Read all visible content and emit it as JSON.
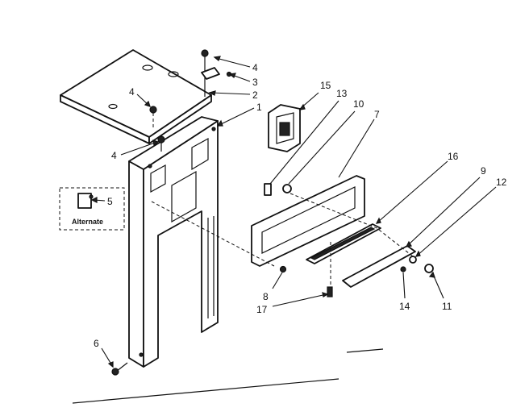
{
  "labels": {
    "p1": "1",
    "p2": "2",
    "p3": "3",
    "p4a": "4",
    "p4b": "4",
    "p4c": "4",
    "p5": "5",
    "p6": "6",
    "p7": "7",
    "p8": "8",
    "p9": "9",
    "p10": "10",
    "p11": "11",
    "p12": "12",
    "p13": "13",
    "p14": "14",
    "p15": "15",
    "p16": "16",
    "p17": "17"
  },
  "inset": {
    "caption": "Alternate"
  }
}
